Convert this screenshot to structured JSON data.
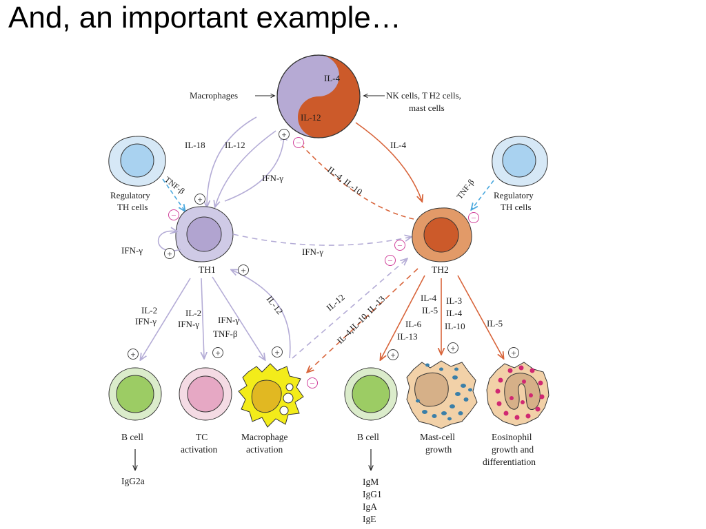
{
  "slide": {
    "title": "And, an important example…"
  },
  "center": {
    "top_label": "IL-4",
    "bottom_label": "IL-12"
  },
  "sources": {
    "left": "Macrophages",
    "right_line1": "NK cells, T H2 cells,",
    "right_line2": "mast cells"
  },
  "labels": {
    "il18": "IL-18",
    "il12_up": "IL-12",
    "ifng_up": "IFN-γ",
    "il4_right": "IL-4",
    "il4_il10_diag": "IL-4, IL-10",
    "tnfb_left": "TNF-β",
    "tnfb_right": "TNF-β",
    "ifng_loop": "IFN-γ",
    "ifng_mid": "IFN-γ",
    "il12_from_mac": "IL-12",
    "il12_lower_diag": "IL-12",
    "il4_il10_il13_diag": "IL-4,IL-10, IL-13",
    "th1_b": [
      "IL-2",
      "IFN-γ"
    ],
    "th1_tc": [
      "IL-2",
      "IFN-γ"
    ],
    "th1_mac": [
      "IFN-γ",
      "TNF-β"
    ],
    "th2_b": [
      "IL-4",
      "IL-5",
      "IL-6",
      "IL-13"
    ],
    "th2_mast": [
      "IL-3",
      "IL-4",
      "IL-10"
    ],
    "th2_eos": "IL-5"
  },
  "cells": {
    "reg_left": [
      "Regulatory",
      "TH cells"
    ],
    "reg_right": [
      "Regulatory",
      "TH cells"
    ],
    "th1": "TH1",
    "th2": "TH2"
  },
  "captions": {
    "bcell1": "B cell",
    "tc": [
      "TC",
      "activation"
    ],
    "mac": [
      "Macrophage",
      "activation"
    ],
    "bcell2": "B cell",
    "mast": [
      "Mast-cell",
      "growth"
    ],
    "eos": [
      "Eosinophil",
      "growth and",
      "differentiation"
    ]
  },
  "outputs": {
    "igg2a": "IgG2a",
    "igs": [
      "IgM",
      "IgG1",
      "IgA",
      "IgE"
    ]
  },
  "symbols": {
    "plus": "+",
    "minus": "−"
  },
  "colors": {
    "th1_arrow": "#b4acd6",
    "th2_arrow": "#d8643a",
    "regulatory_arrow": "#4aa8de",
    "inhibition": "#d0409a",
    "il4_fill": "#cc5a2a",
    "il12_fill": "#b6aad4"
  }
}
